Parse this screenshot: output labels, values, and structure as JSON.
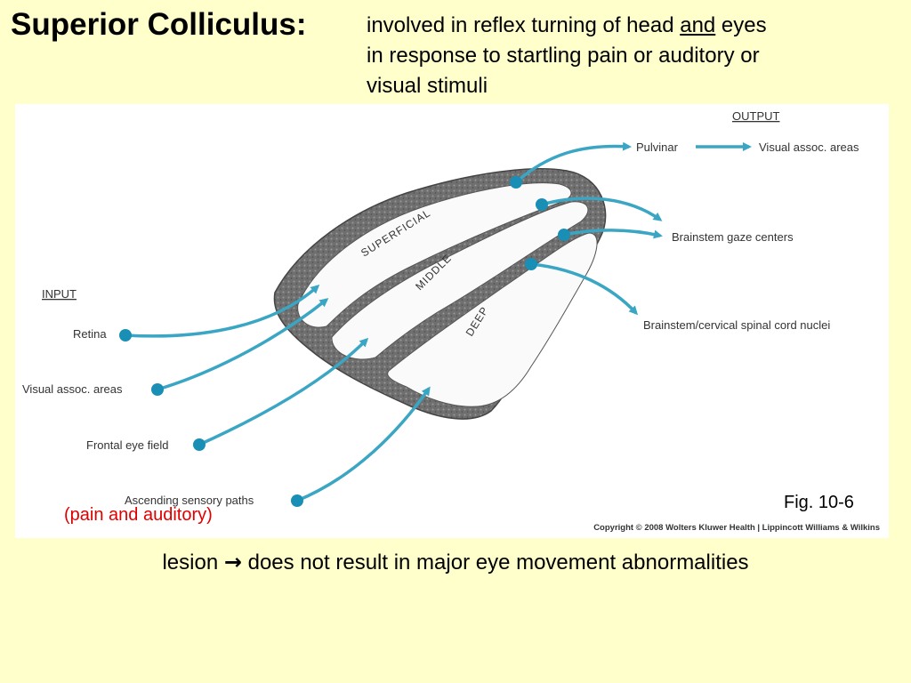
{
  "title": "Superior Colliculus:",
  "description": {
    "line1_pre": "involved in reflex turning of head ",
    "line1_underlined": "and",
    "line1_post": " eyes",
    "line2": "in response to startling pain or auditory or",
    "line3": "visual stimuli"
  },
  "figure": {
    "input_header": "INPUT",
    "output_header": "OUTPUT",
    "inputs": [
      "Retina",
      "Visual assoc. areas",
      "Frontal eye field",
      "Ascending sensory paths"
    ],
    "layers": [
      "SUPERFICIAL",
      "MIDDLE",
      "DEEP"
    ],
    "outputs": {
      "pulvinar": "Pulvinar",
      "visual_assoc": "Visual assoc. areas",
      "gaze": "Brainstem gaze centers",
      "spinal": "Brainstem/cervical spinal cord nuclei"
    },
    "fig_label": "Fig. 10-6",
    "copyright": "Copyright © 2008 Wolters Kluwer Health | Lippincott Williams & Wilkins",
    "note": "(pain and auditory)",
    "arrow_color": "#3aa6c4",
    "dot_color": "#1a8fb5"
  },
  "footer": {
    "pre": "lesion ",
    "arrow": "→",
    "post": " does not result in major eye movement abnormalities"
  }
}
